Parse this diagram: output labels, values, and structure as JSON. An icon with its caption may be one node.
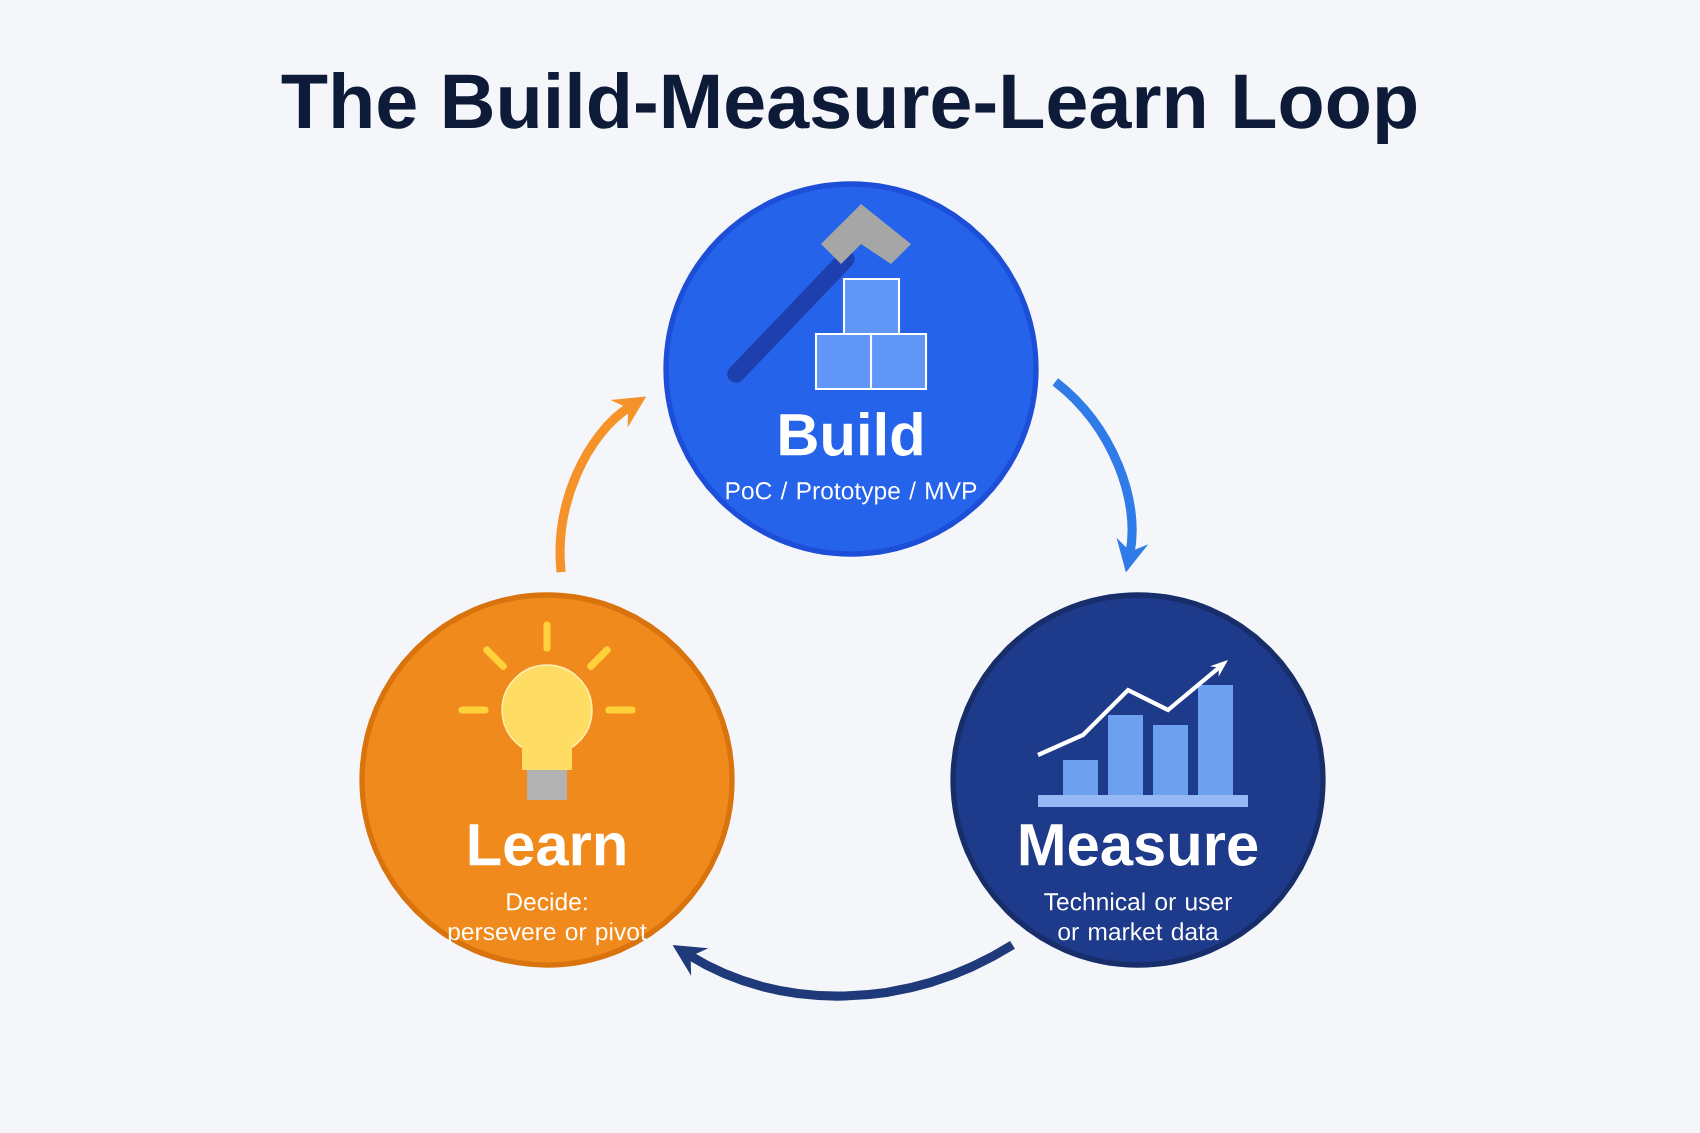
{
  "diagram": {
    "title": "The Build-Measure-Learn Loop",
    "nodes": [
      {
        "text": [
          "Build",
          "PoC / Prototype / MVP"
        ]
      },
      {
        "text": [
          "Measure",
          "Technical or user or market data"
        ]
      },
      {
        "text": [
          "Learn",
          "Decide: persevere or pivot"
        ]
      }
    ],
    "edges": [
      {
        "from": 0,
        "to": 1,
        "arrow": "to",
        "color": "#2f7be8"
      },
      {
        "from": 1,
        "to": 2,
        "arrow": "to",
        "color": "#1e3a7a"
      },
      {
        "from": 2,
        "to": 0,
        "arrow": "to",
        "color": "#f5922a"
      }
    ]
  }
}
